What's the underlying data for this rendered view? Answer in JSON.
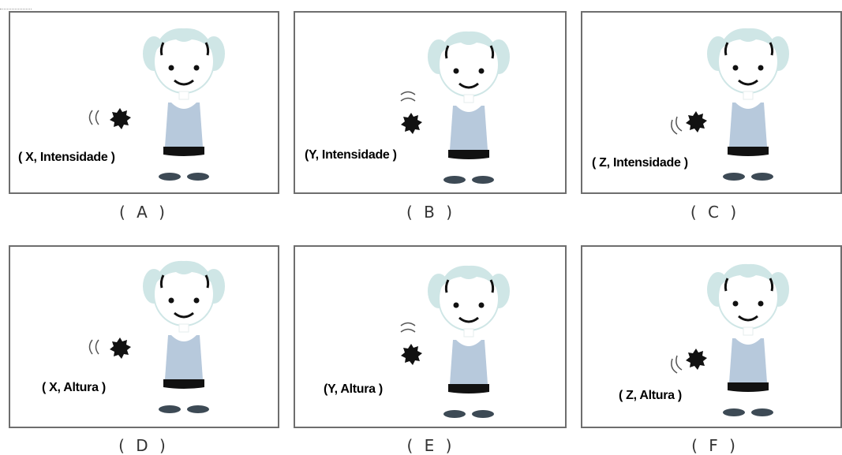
{
  "panels": [
    {
      "id": "A",
      "label": "( X, Intensidade )",
      "caption": "( A )",
      "direction": "front"
    },
    {
      "id": "B",
      "label": "(Y, Intensidade )",
      "caption": "( B )",
      "direction": "above"
    },
    {
      "id": "C",
      "label": "( Z, Intensidade )",
      "caption": "( C )",
      "direction": "below"
    },
    {
      "id": "D",
      "label": "( X, Altura )",
      "caption": "( D )",
      "direction": "front"
    },
    {
      "id": "E",
      "label": "(Y, Altura )",
      "caption": "( E )",
      "direction": "above"
    },
    {
      "id": "F",
      "label": "( Z, Altura )",
      "caption": "( F )",
      "direction": "below"
    }
  ],
  "colors": {
    "hair": "#cfe6e6",
    "skin": "#ffffff",
    "dress": "#b7c9dc",
    "belt": "#111111",
    "shoes": "#3d4a55",
    "sound_source": "#111111",
    "border": "#6e6e6e"
  },
  "icons": {
    "sound_source": "sound-source-icon",
    "sound_waves": "sound-waves-icon",
    "figure": "girl-figure-icon"
  }
}
